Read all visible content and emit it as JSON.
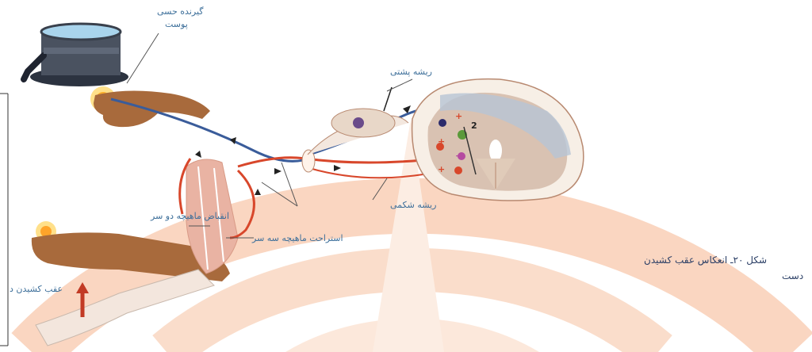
{
  "labels": {
    "skin_receptor_line1": "گیرنده حسی",
    "skin_receptor_line2": "پوست",
    "dorsal_root": "ریشه پشتی",
    "ventral_root": "ریشه شکمی",
    "biceps_contraction": "انقباض ماهیچه دو سر",
    "triceps_relaxation": "استراحت ماهیچه سه سر",
    "hand_withdrawal": "عقب کشیدن د"
  },
  "caption": {
    "line1": "شکل ۲۰ـ انعکاس عقب کشیدن",
    "line2": "دست"
  },
  "synapse_signs": {
    "plus_a": "+",
    "plus_b": "+",
    "plus_c": "+",
    "minus": "−",
    "num": "2"
  },
  "colors": {
    "sensory_nerve": "#3a5c9a",
    "motor_nerve": "#d8472b",
    "watermark": "#f0a070",
    "skin": "#a86a3c",
    "muscle": "#e9b3a3",
    "spinal_gray": "#d9c2b2",
    "label_text": "#3d6f9a"
  }
}
